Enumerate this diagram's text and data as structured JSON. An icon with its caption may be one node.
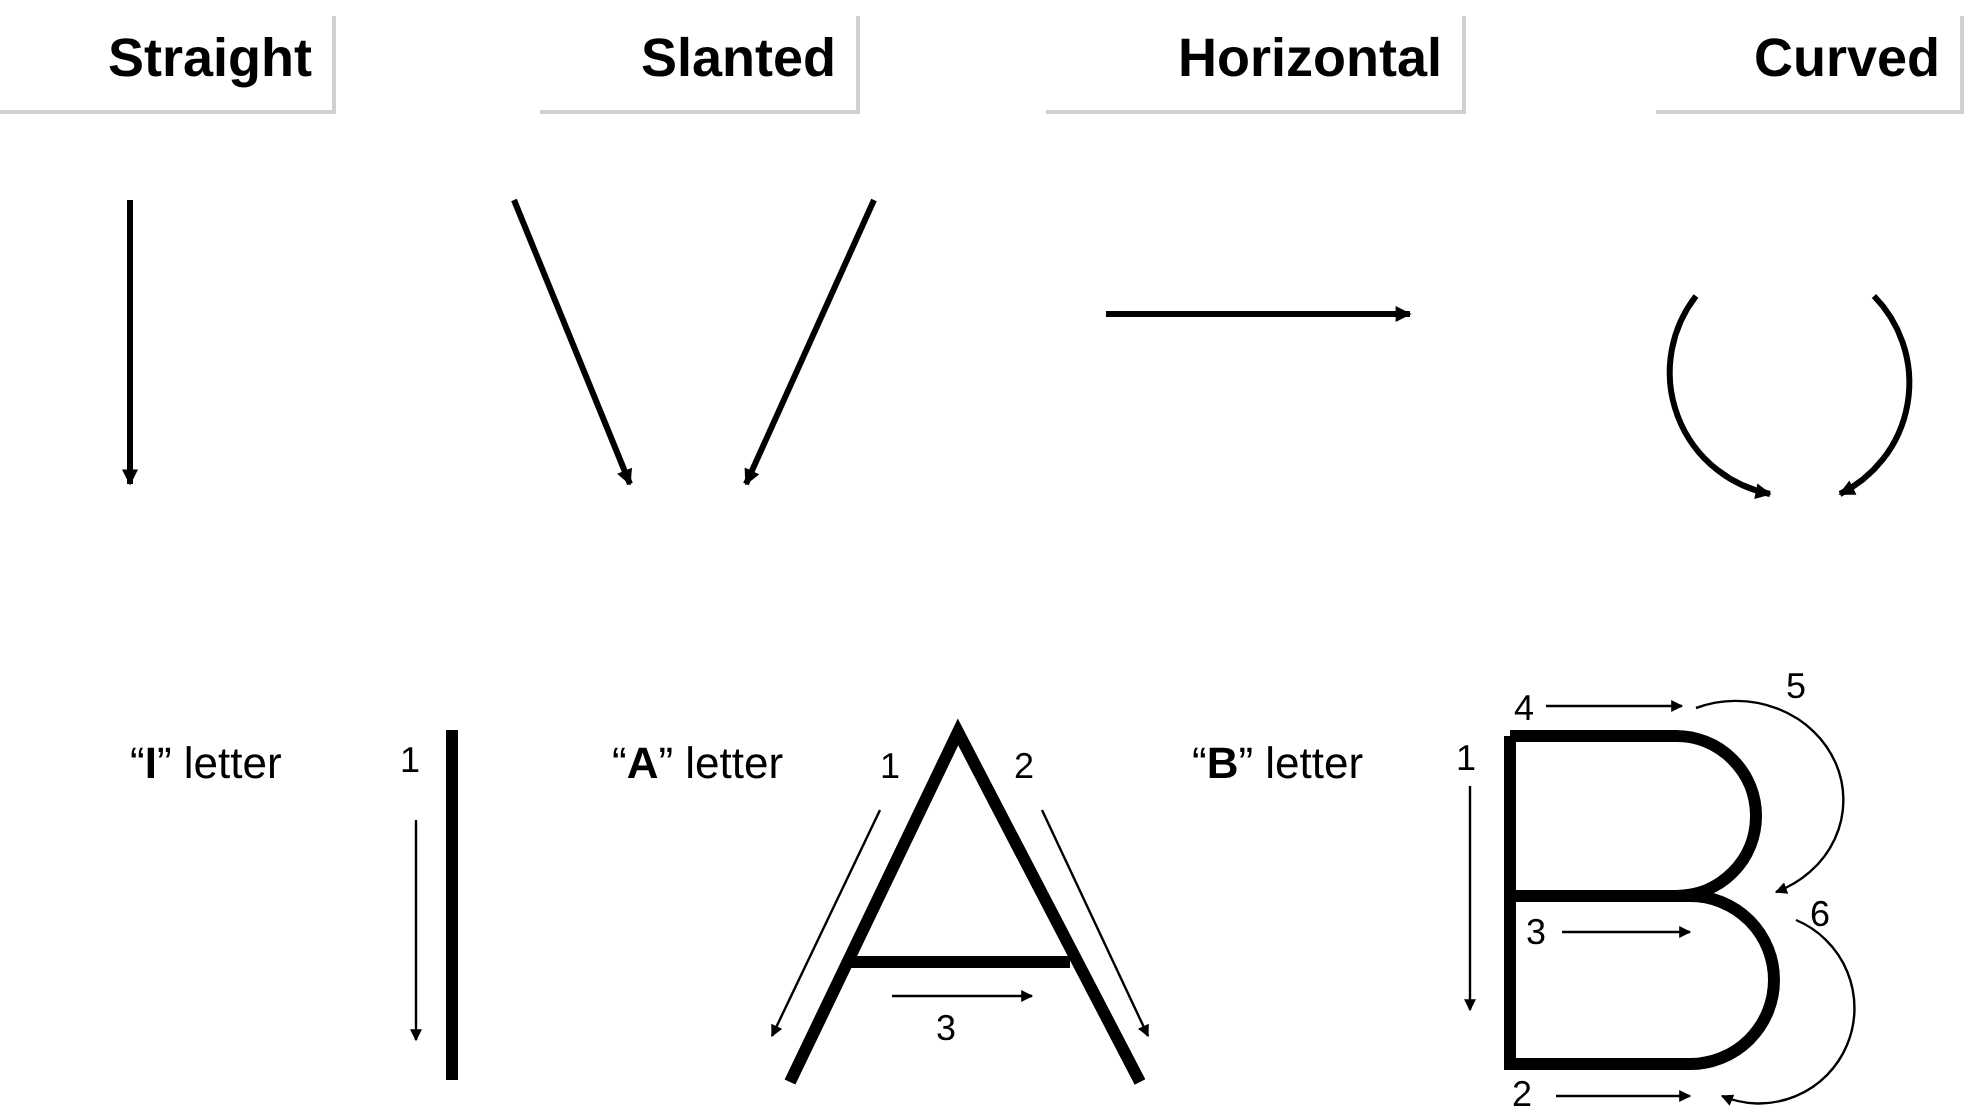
{
  "diagram": {
    "labels": [
      "Straight",
      "Slanted",
      "Horizontal",
      "Curved",
      "“**I**” letter",
      "1",
      "“**A**” letter",
      "1",
      "2",
      "3",
      "“**B**” letter",
      "4",
      "5",
      "1",
      "6",
      "3",
      "2"
    ]
  }
}
